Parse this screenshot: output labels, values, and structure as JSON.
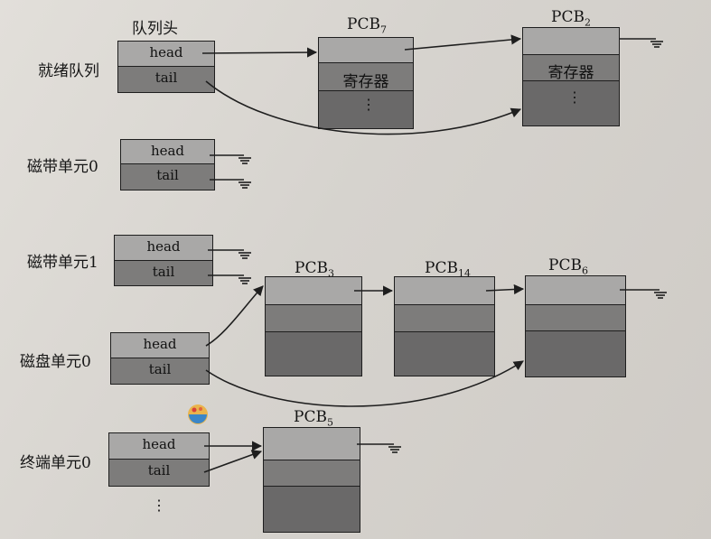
{
  "queue_header_title": "队列头",
  "head_label": "head",
  "tail_label": "tail",
  "register_label": "寄存器",
  "ellipsis": "⋮",
  "queues": [
    {
      "name": "就绪队列"
    },
    {
      "name": "磁带单元0"
    },
    {
      "name": "磁带单元1"
    },
    {
      "name": "磁盘单元0"
    },
    {
      "name": "终端单元0"
    }
  ],
  "pcbs": [
    {
      "prefix": "PCB",
      "sub": "7"
    },
    {
      "prefix": "PCB",
      "sub": "2"
    },
    {
      "prefix": "PCB",
      "sub": "3"
    },
    {
      "prefix": "PCB",
      "sub": "14"
    },
    {
      "prefix": "PCB",
      "sub": "6"
    },
    {
      "prefix": "PCB",
      "sub": "5"
    }
  ],
  "colors": {
    "box_light": "#a9a8a7",
    "box_dark": "#6f6e6e",
    "line": "#1e1e1e"
  }
}
